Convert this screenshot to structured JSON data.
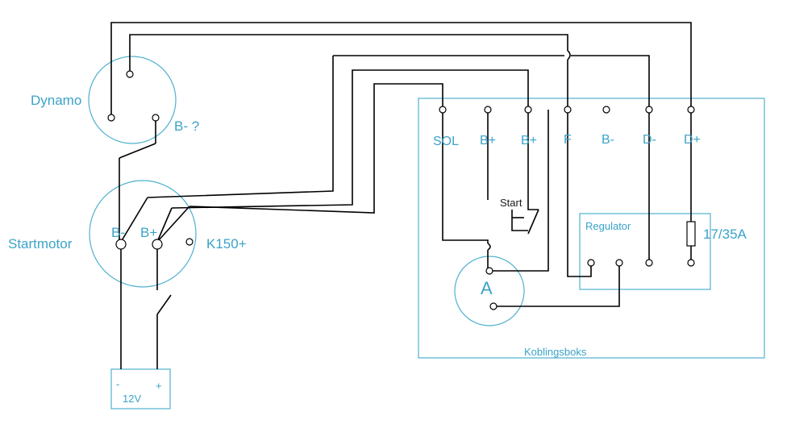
{
  "components": {
    "dynamo": {
      "label": "Dynamo",
      "terminal_label": "B- ?"
    },
    "startmotor": {
      "label": "Startmotor",
      "terminals": [
        "B-",
        "B+",
        "K150+"
      ]
    },
    "battery": {
      "neg": "-",
      "pos": "+",
      "voltage": "12V"
    },
    "junction_box": {
      "label": "Koblingsboks",
      "terminals": [
        "SOL",
        "B+",
        "B+",
        "F",
        "B-",
        "D-",
        "D+"
      ],
      "start_label": "Start",
      "ammeter_label": "A",
      "regulator_label": "Regulator",
      "fuse_label": "17/35A"
    }
  },
  "colors": {
    "component_outline": "#4fb0cf",
    "label": "#3aa3c8",
    "wire": "#000000"
  }
}
